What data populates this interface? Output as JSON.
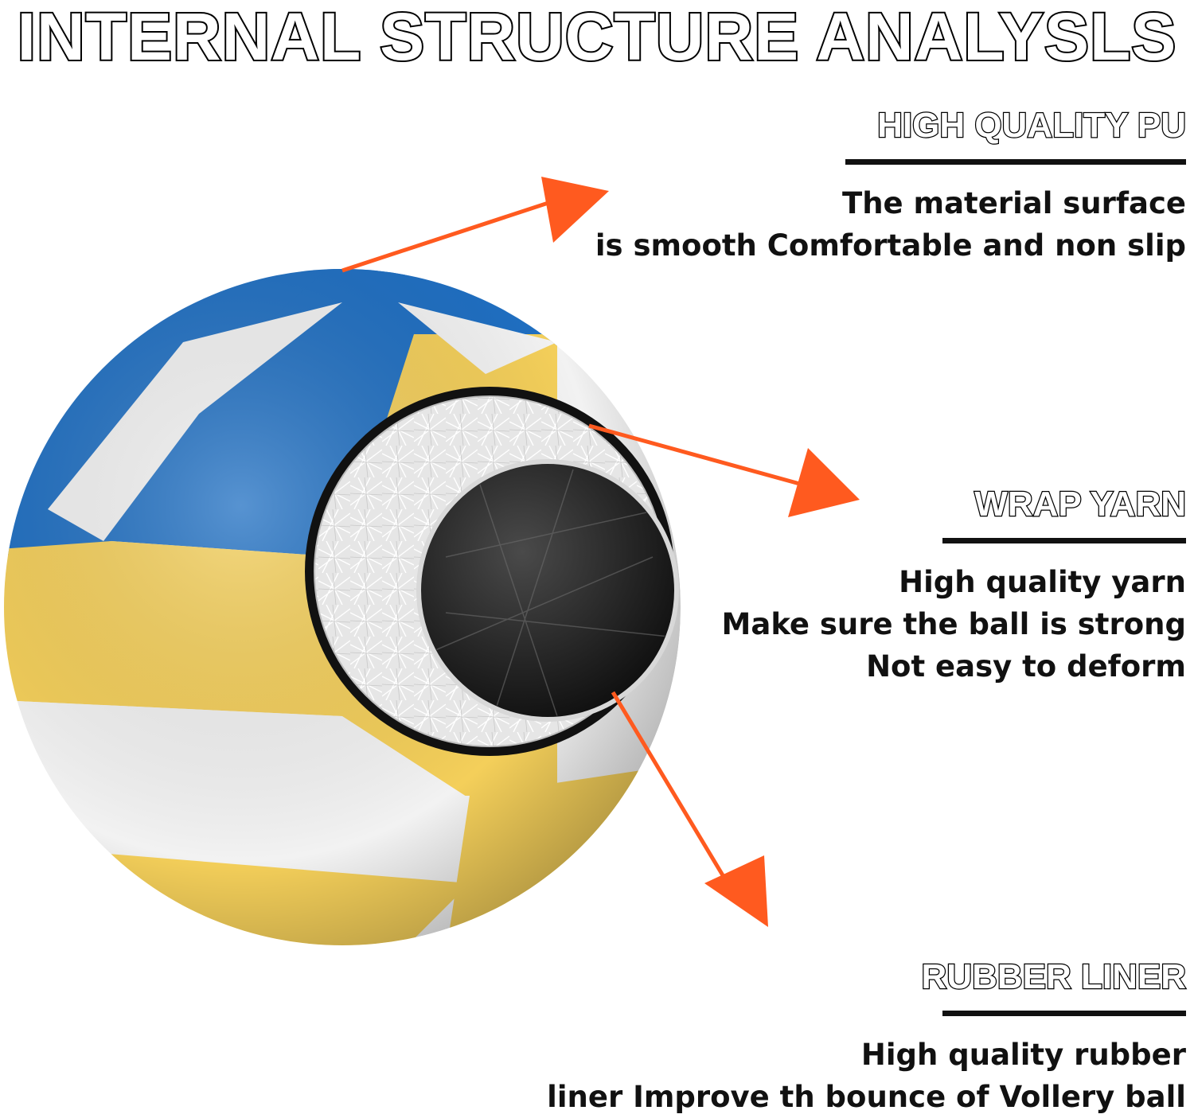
{
  "title": "INTERNAL STRUCTURE ANALYSLS",
  "sections": [
    {
      "heading": "HIGH QUALITY PU",
      "lines": [
        "The material surface",
        "is smooth Comfortable and non slip"
      ]
    },
    {
      "heading": "WRAP YARN",
      "lines": [
        "High quality yarn",
        "Make sure the ball is strong",
        "Not easy to deform"
      ]
    },
    {
      "heading": "RUBBER LINER",
      "lines": [
        "High quality rubber",
        "liner Improve th bounce of Vollery ball"
      ]
    }
  ],
  "colors": {
    "arrow": "#ff5a1f",
    "panel_blue": "#1f6fc2",
    "panel_yellow": "#f4cf5a",
    "panel_white": "#f2f2f2",
    "yarn": "#e9e9e9",
    "rubber": "#1a1a1a"
  }
}
